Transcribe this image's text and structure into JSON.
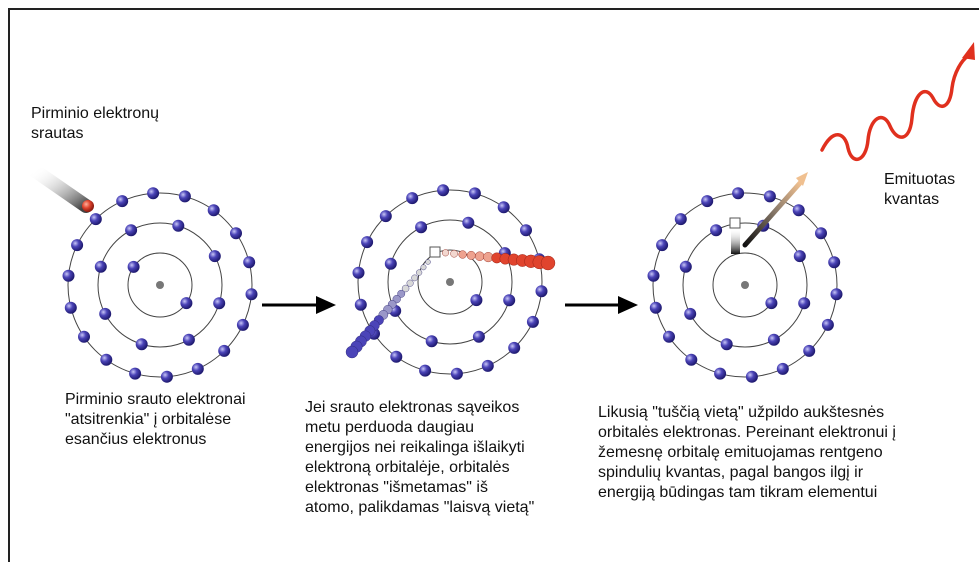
{
  "labels": {
    "primary_stream": "Pirminio elektronų\nsrautas",
    "emitted_quantum": "Emituotas\nkvantas"
  },
  "captions": [
    "Pirminio srauto elektronai\n\"atsitrenkia\" į orbitalėse\nesančius elektronus",
    "Jei srauto elektronas sąveikos\nmetu perduoda daugiau\nenergijos nei reikalinga išlaikyti\nelektroną orbitalėje, orbitalės\nelektronas \"išmetamas\" iš\natomo, palikdamas \"laisvą vietą\"",
    "Likusią \"tuščią vietą\" užpildo aukštesnės\norbitalės elektronas. Pereinant elektronui į\nžemesnę orbitalę emituojamas rentgeno\nspindulių kvantas, pagal bangos ilgį ir\nenergiją būdingas tam tikram elementui"
  ],
  "colors": {
    "electron": "#4b44b8",
    "electron_highlight": "#a9a6ee",
    "orbit": "#444444",
    "nucleus": "#777777",
    "arrow": "#000000",
    "incoming_electron": "#e0442e",
    "emitted_wave": "#e0301e"
  },
  "icons": {
    "arrow": "right-arrow-icon",
    "wave": "photon-wave-icon",
    "electron": "electron-dot-icon",
    "vacancy": "vacancy-square-icon"
  }
}
